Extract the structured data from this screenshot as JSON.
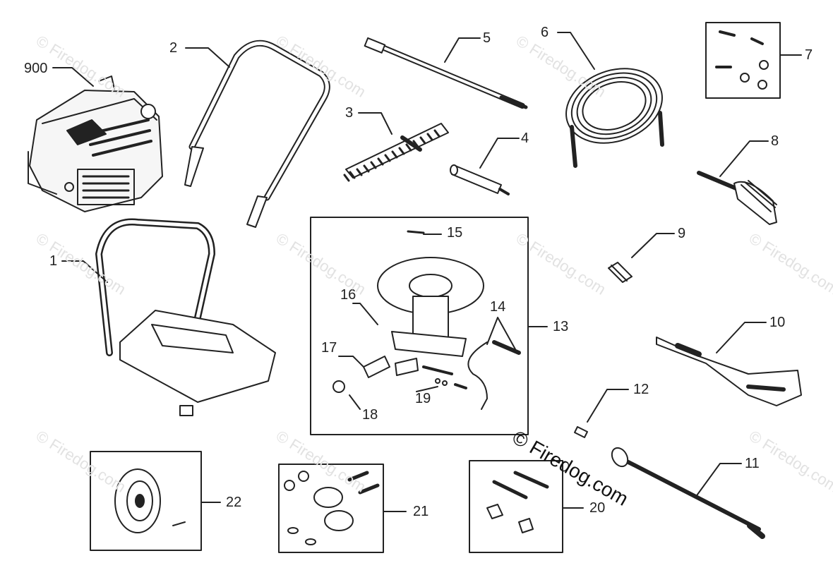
{
  "callouts": {
    "c900": "900",
    "c1": "1",
    "c2": "2",
    "c3": "3",
    "c4": "4",
    "c5": "5",
    "c6": "6",
    "c7": "7",
    "c8": "8",
    "c9": "9",
    "c10": "10",
    "c11": "11",
    "c12": "12",
    "c13": "13",
    "c14": "14",
    "c15": "15",
    "c16": "16",
    "c17": "17",
    "c18": "18",
    "c19": "19",
    "c20": "20",
    "c21": "21",
    "c22": "22"
  },
  "copyright": "© Firedog.com",
  "watermark": "© Firedog.com"
}
